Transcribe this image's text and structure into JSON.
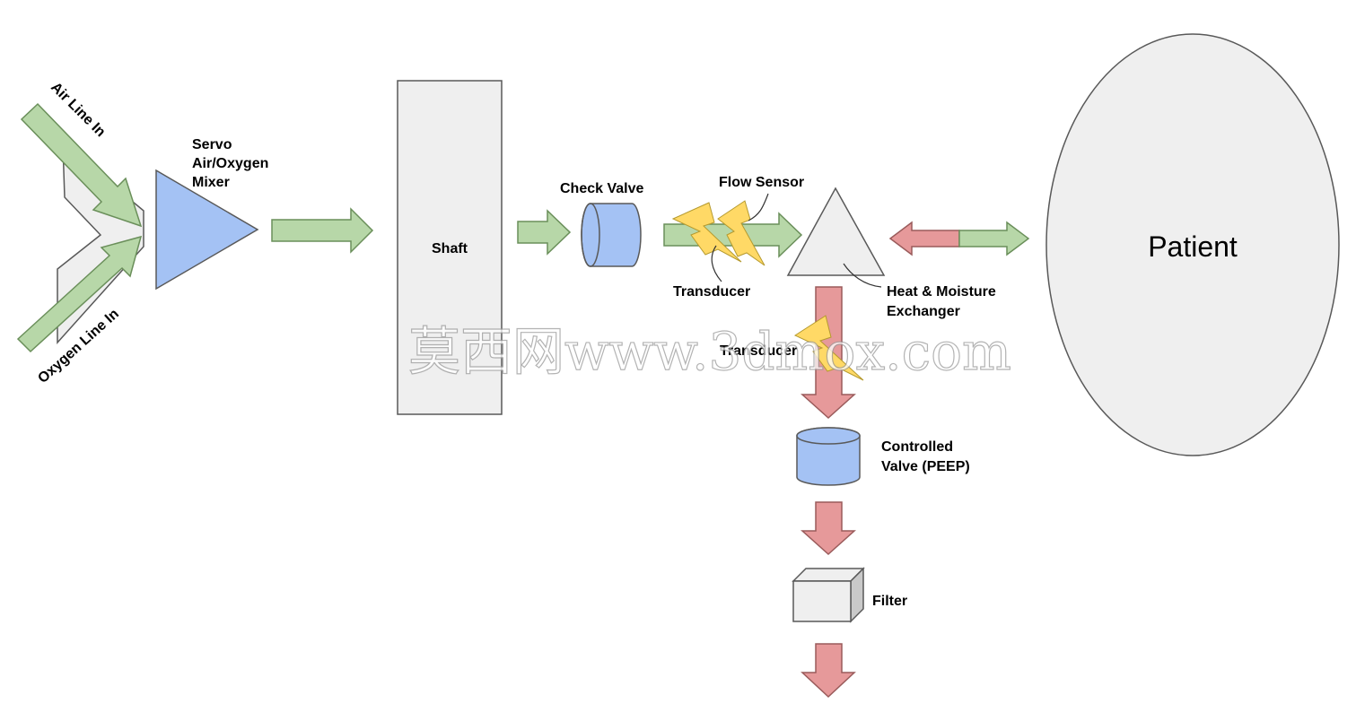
{
  "labels": {
    "air_line": "Air Line In",
    "oxygen_line": "Oxygen Line In",
    "mixer_line1": "Servo",
    "mixer_line2": "Air/Oxygen",
    "mixer_line3": "Mixer",
    "shaft": "Shaft",
    "check_valve": "Check Valve",
    "flow_sensor": "Flow Sensor",
    "transducer_top": "Transducer",
    "transducer_bottom": "Transducer",
    "hme_line1": "Heat & Moisture",
    "hme_line2": "Exchanger",
    "patient": "Patient",
    "peep_line1": "Controlled",
    "peep_line2": "Valve (PEEP)",
    "filter": "Filter"
  },
  "watermark": "莫西网www.3dmox.com",
  "colors": {
    "inspiratory": "#b7d7a8",
    "expiratory": "#e6999a",
    "component_blue": "#a4c2f4",
    "component_gray": "#efefef",
    "lightning": "#ffd966",
    "outline": "#595959"
  }
}
